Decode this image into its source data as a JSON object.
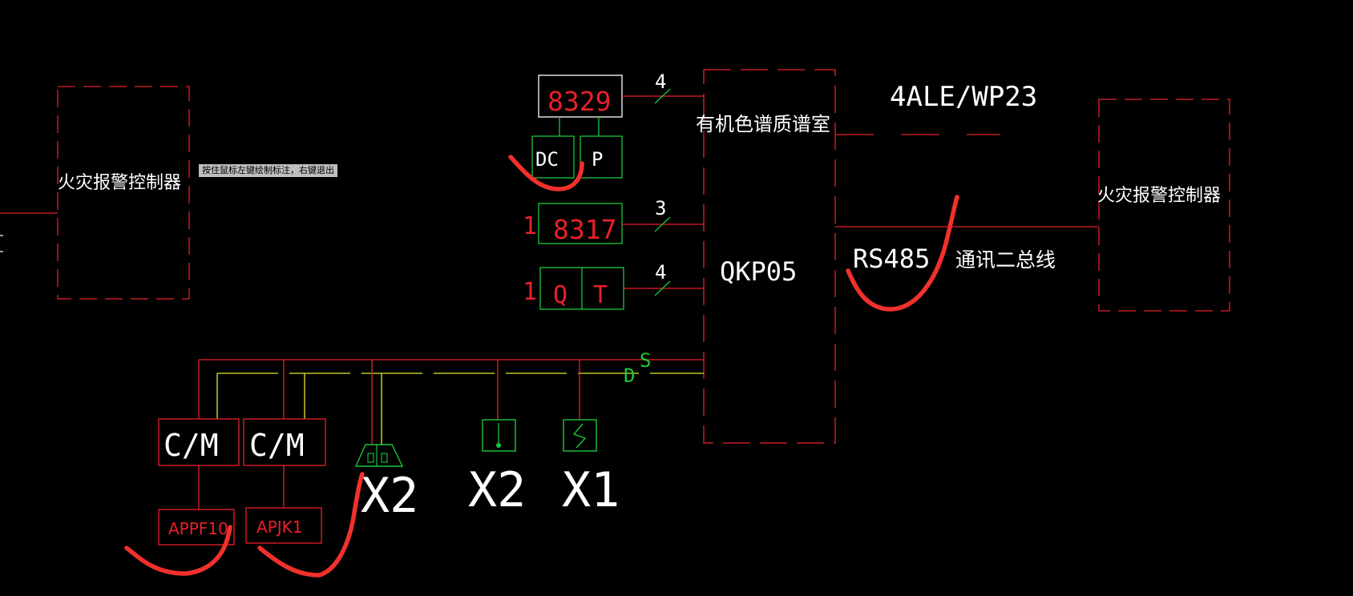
{
  "colors": {
    "background": "#000000",
    "red_line": "#e8202a",
    "green_line": "#19c83a",
    "yellow_line": "#e6e62a",
    "white_text": "#ffffff",
    "annotation": "#f2302c",
    "tooltip_bg": "#bfbfbf"
  },
  "tooltip": {
    "text": "按住鼠标左键绘制标注，右键退出"
  },
  "left_panel": {
    "label": "火灾报警控制器"
  },
  "right_panel": {
    "label": "火灾报警控制器"
  },
  "main_controller": {
    "room_label": "有机色谱质谱室",
    "code": "QKP05"
  },
  "bus_labels": {
    "top_code": "4ALE/WP23",
    "rs485": "RS485",
    "comm_bus": "通讯二总线",
    "line_s": "S",
    "line_d": "D"
  },
  "devices": {
    "d8329": {
      "code": "8329",
      "wire_count": "4"
    },
    "dc": {
      "label": "DC"
    },
    "p": {
      "label": "P"
    },
    "d8317": {
      "code": "8317",
      "wire_count": "3",
      "qty": "1"
    },
    "qt": {
      "q": "Q",
      "t": "T",
      "wire_count": "4",
      "qty": "1"
    },
    "cm1": {
      "label": "C/M"
    },
    "cm2": {
      "label": "C/M"
    },
    "appf10": {
      "label": "APPF10"
    },
    "apjk1": {
      "label": "APJK1"
    },
    "x2_alarm": {
      "label": "X2"
    },
    "x2_detector": {
      "label": "X2"
    },
    "x1_detector": {
      "label": "X1"
    }
  }
}
